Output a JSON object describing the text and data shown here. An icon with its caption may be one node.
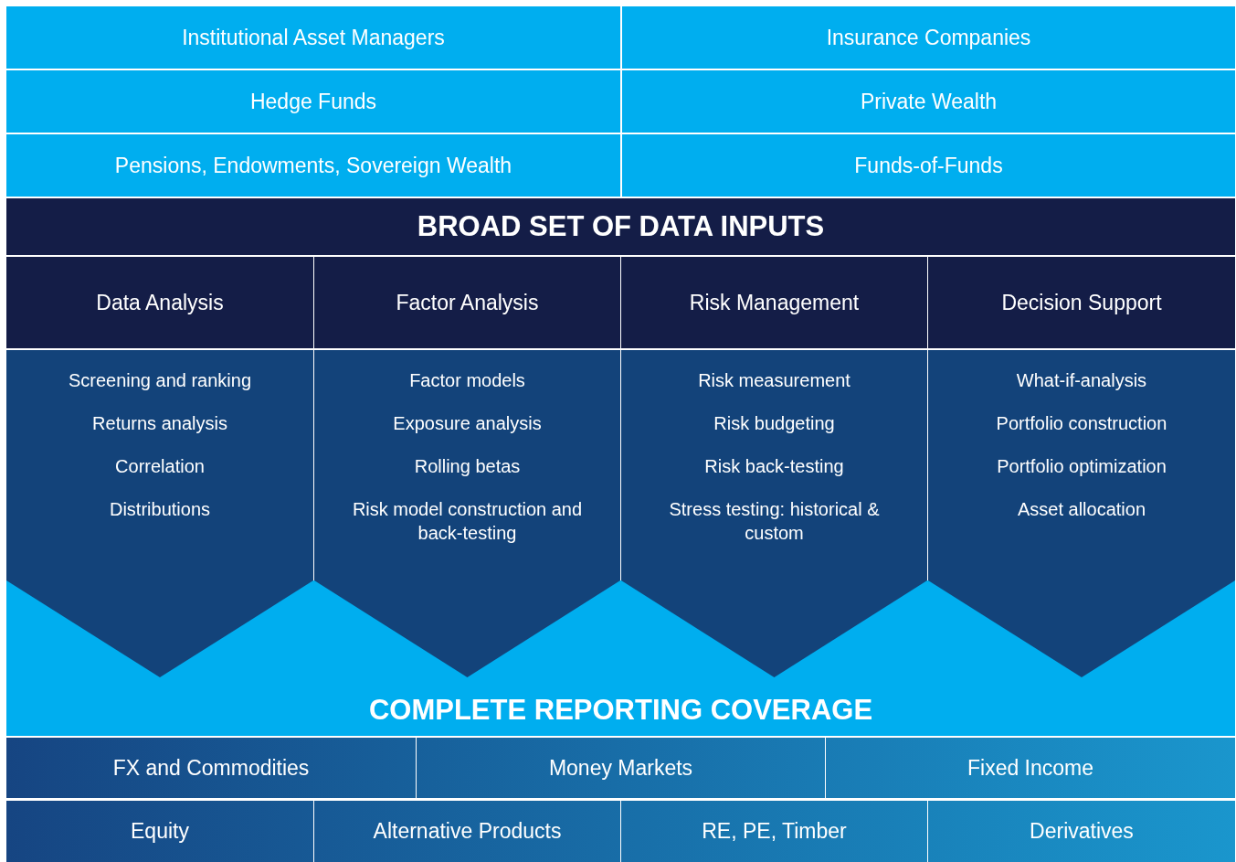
{
  "diagram": {
    "nodes": [
      {
        "text": [
          "Institutional Asset Managers"
        ]
      },
      {
        "text": [
          "Insurance Companies"
        ]
      },
      {
        "text": [
          "Hedge Funds"
        ]
      },
      {
        "text": [
          "Private Wealth"
        ]
      },
      {
        "text": [
          "Pensions, Endowments, Sovereign Wealth"
        ]
      },
      {
        "text": [
          "Funds-of-Funds"
        ]
      },
      {
        "text": [
          "BROAD SET OF DATA INPUTS"
        ]
      },
      {
        "text": [
          "Data Analysis"
        ]
      },
      {
        "text": [
          "Factor Analysis"
        ]
      },
      {
        "text": [
          "Risk Management"
        ]
      },
      {
        "text": [
          "Decision Support"
        ]
      },
      {
        "text": [
          "Screening and ranking",
          "Returns analysis",
          "Correlation",
          "Distributions"
        ]
      },
      {
        "text": [
          "Factor models",
          "Exposure analysis",
          "Rolling betas",
          "Risk model construction and back-testing"
        ]
      },
      {
        "text": [
          "Risk measurement",
          "Risk budgeting",
          "Risk back-testing",
          "Stress testing: historical & custom"
        ]
      },
      {
        "text": [
          "What-if-analysis",
          "Portfolio construction",
          "Portfolio optimization",
          "Asset allocation"
        ]
      },
      {
        "text": [
          "COMPLETE REPORTING COVERAGE"
        ]
      },
      {
        "text": [
          "FX and Commodities"
        ]
      },
      {
        "text": [
          "Money Markets"
        ]
      },
      {
        "text": [
          "Fixed Income"
        ]
      },
      {
        "text": [
          "Equity"
        ]
      },
      {
        "text": [
          "Alternative Products"
        ]
      },
      {
        "text": [
          "RE, PE, Timber"
        ]
      },
      {
        "text": [
          "Derivatives"
        ]
      }
    ]
  }
}
